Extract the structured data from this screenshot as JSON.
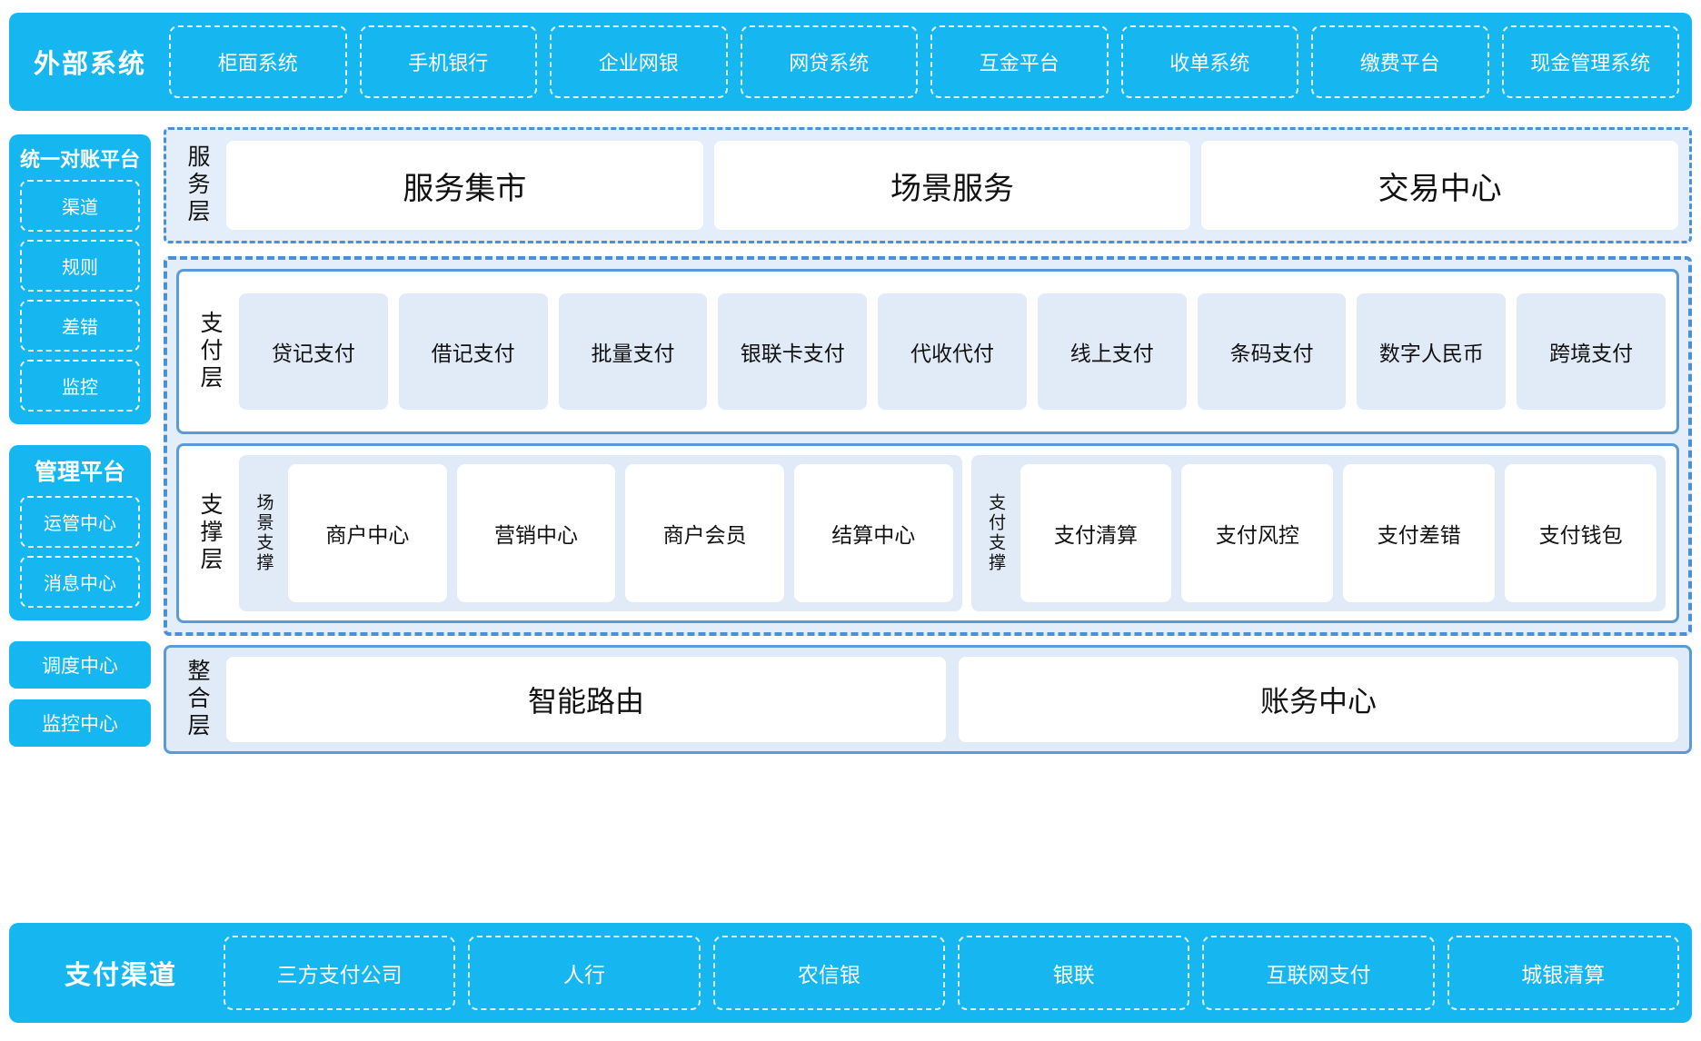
{
  "external_systems": {
    "title": "外部系统",
    "items": [
      "柜面系统",
      "手机银行",
      "企业网银",
      "网贷系统",
      "互金平台",
      "收单系统",
      "缴费平台",
      "现金管理系统"
    ]
  },
  "sidebar": {
    "reconciliation": {
      "title": "统一对账平台",
      "items": [
        "渠道",
        "规则",
        "差错",
        "监控"
      ]
    },
    "management": {
      "title": "管理平台",
      "items": [
        "运管中心",
        "消息中心"
      ]
    },
    "standalone": [
      "调度中心",
      "监控中心"
    ]
  },
  "service_layer": {
    "label": "服务层",
    "items": [
      "服务集市",
      "场景服务",
      "交易中心"
    ]
  },
  "payment_layer": {
    "label": "支付层",
    "items": [
      "贷记支付",
      "借记支付",
      "批量支付",
      "银联卡支付",
      "代收代付",
      "线上支付",
      "条码支付",
      "数字人民币",
      "跨境支付"
    ]
  },
  "support_layer": {
    "label": "支撑层",
    "groups": [
      {
        "label": "场景支撑",
        "items": [
          "商户中心",
          "营销中心",
          "商户会员",
          "结算中心"
        ]
      },
      {
        "label": "支付支撑",
        "items": [
          "支付清算",
          "支付风控",
          "支付差错",
          "支付钱包"
        ]
      }
    ]
  },
  "integration_layer": {
    "label": "整合层",
    "items": [
      "智能路由",
      "账务中心"
    ]
  },
  "payment_channels": {
    "title": "支付渠道",
    "items": [
      "三方支付公司",
      "人行",
      "农信银",
      "银联",
      "互联网支付",
      "城银清算"
    ]
  },
  "colors": {
    "cyan": "#16b7f0",
    "panel_blue": "#5b9bd5",
    "dash_blue": "#4a90d9",
    "light_blue_bg": "#e4eefa",
    "chip_blue": "#e1ebf7"
  }
}
